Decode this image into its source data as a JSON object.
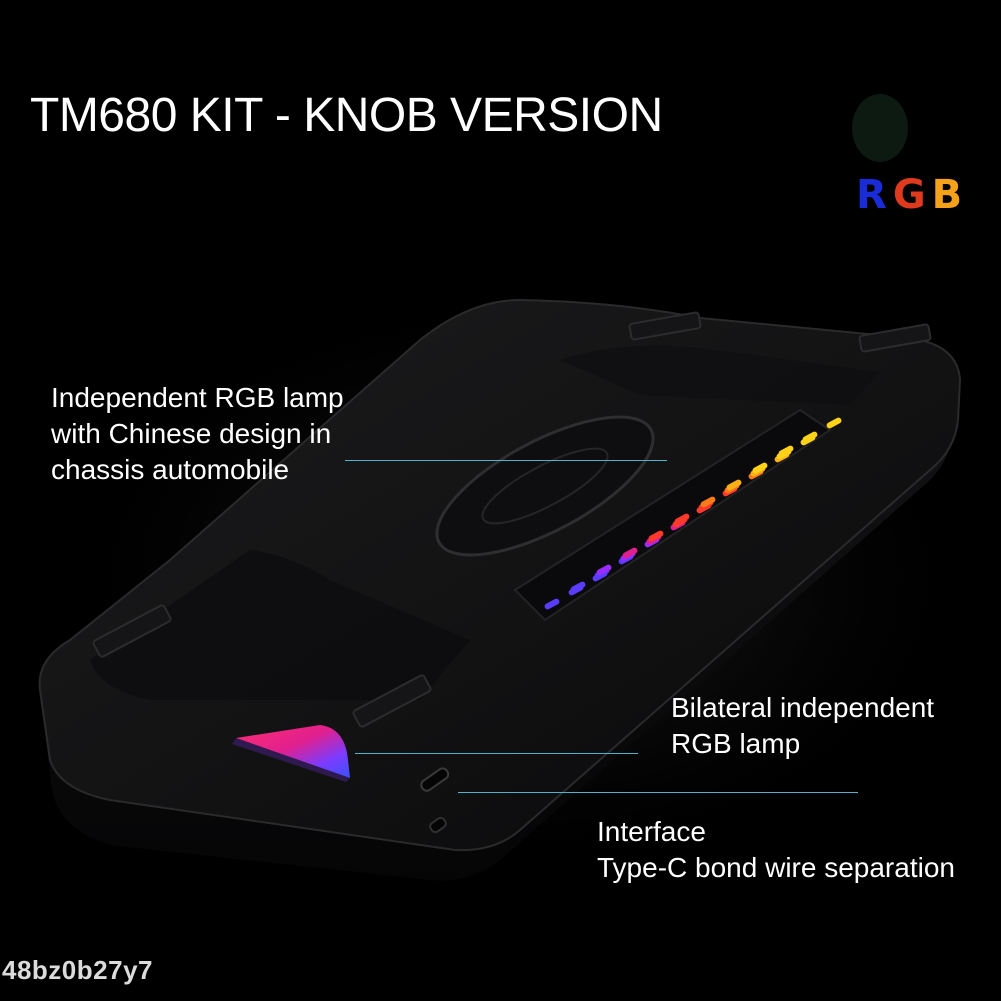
{
  "title": "TM680 KIT - KNOB VERSION",
  "rgb_logo": {
    "r": "R",
    "g": "G",
    "b": "B"
  },
  "callouts": [
    {
      "lines": [
        "Independent RGB lamp",
        "with Chinese design in",
        "chassis automobile"
      ]
    },
    {
      "lines": [
        "Bilateral independent",
        "RGB lamp"
      ]
    },
    {
      "lines": [
        "Interface",
        "Type-C bond wire separation"
      ]
    }
  ],
  "watermark": "48bz0b27y7",
  "colors": {
    "background": "#000000",
    "text": "#ffffff",
    "leader_line": "#4fb3c9",
    "vent_gradient": [
      "#5a3cff",
      "#9b2cff",
      "#e0208f",
      "#ff3a2a",
      "#ff7a18",
      "#ffb014",
      "#ffd21a"
    ]
  }
}
